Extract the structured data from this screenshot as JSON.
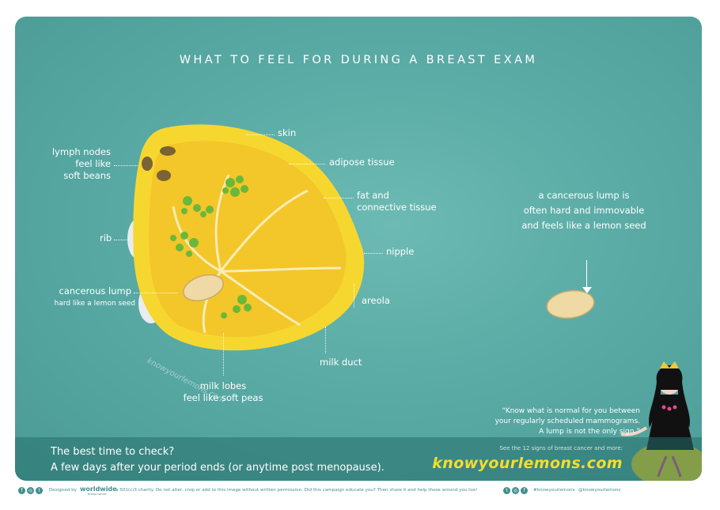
{
  "title": "WHAT TO FEEL FOR DURING A BREAST EXAM",
  "labels": {
    "skin": "skin",
    "adipose": "adipose tissue",
    "fat_1": "fat and",
    "fat_2": "connective tissue",
    "nipple": "nipple",
    "areola": "areola",
    "milk_duct": "milk duct",
    "lobes_1": "milk lobes",
    "lobes_2": "feel like soft peas",
    "lymph_1": "lymph nodes",
    "lymph_2": "feel like",
    "lymph_3": "soft beans",
    "rib": "rib",
    "lump_1": "cancerous lump",
    "lump_2": "hard like a lemon seed"
  },
  "watermark": "knowyourlemons.com",
  "callout": {
    "line1": "a cancerous lump is",
    "line2": "often hard and immovable",
    "line3": "and feels like a lemon seed"
  },
  "quote": {
    "line1": "“Know what is normal for you between",
    "line2": "your regularly scheduled mammograms.",
    "line3": "A lump is not the only sign.”"
  },
  "bottom": {
    "question": "The best time to check?",
    "answer": "A few days after your period ends (or anytime post menopause).",
    "see_text": "See the 12 signs of breast cancer and more:",
    "url": "knowyourlemons.com"
  },
  "footer": {
    "designed_by": "Designed by",
    "org": "worldwide",
    "org_sub": "breast cancer",
    "disclaimer": "a 501(c)3 charity. Do not alter, crop or add to this image without written permission. Did this campaign educate you? Then share it and help those around you too!",
    "hashtag": "#knowyourlemons",
    "handle": "@knowyourlemons"
  },
  "colors": {
    "background": "#5aaba5",
    "lemon": "#f6d730",
    "accent_yellow": "#f5dd2a",
    "text": "#ffffff"
  }
}
